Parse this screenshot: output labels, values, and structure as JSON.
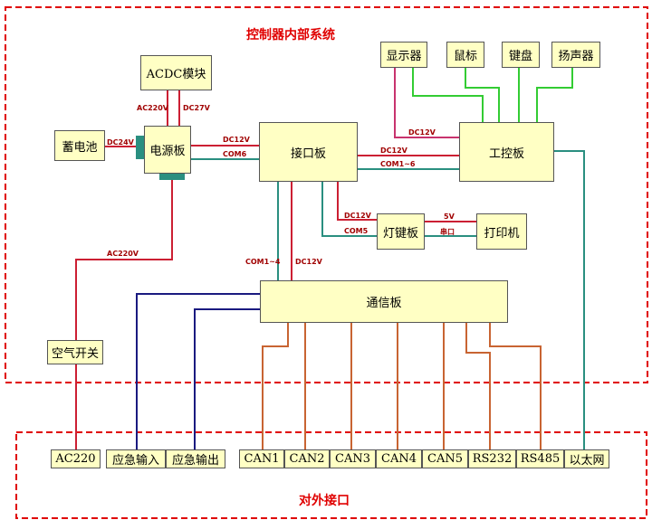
{
  "regions": {
    "internal": "控制器内部系统",
    "external": "对外接口"
  },
  "boxes": {
    "acdc": "ACDC模块",
    "battery": "蓄电池",
    "power_board": "电源板",
    "interface_board": "接口板",
    "ipc": "工控板",
    "display": "显示器",
    "mouse": "鼠标",
    "keyboard": "键盘",
    "speaker": "扬声器",
    "light_key_board": "灯键板",
    "printer": "打印机",
    "comm_board": "通信板",
    "air_switch": "空气开关"
  },
  "ports": [
    "AC220",
    "应急输入",
    "应急输出",
    "CAN1",
    "CAN2",
    "CAN3",
    "CAN4",
    "CAN5",
    "RS232",
    "RS485",
    "以太网"
  ],
  "wire_labels": {
    "ac220v_top": "AC220V",
    "dc27v": "DC27V",
    "dc24v": "DC24V",
    "dc12v_power": "DC12V",
    "com6": "COM6",
    "dc12v_ipc_left": "DC12V",
    "dc12v_ipc_top": "DC12V",
    "com1_6": "COM1~6",
    "dc12v_light": "DC12V",
    "com5": "COM5",
    "v5": "5V",
    "serial": "串口",
    "com1_4": "COM1~4",
    "dc12v_comm": "DC12V",
    "ac220v_air": "AC220V"
  },
  "colors": {
    "region_border": "#e00000",
    "box_fill": "#ffffc4",
    "power_line": "#cc1f33",
    "data_line": "#2a8f80",
    "peripheral_line": "#33cc33",
    "power_magenta": "#c8336e",
    "emergency_line": "#1a1a80",
    "can_line": "#c86432"
  }
}
